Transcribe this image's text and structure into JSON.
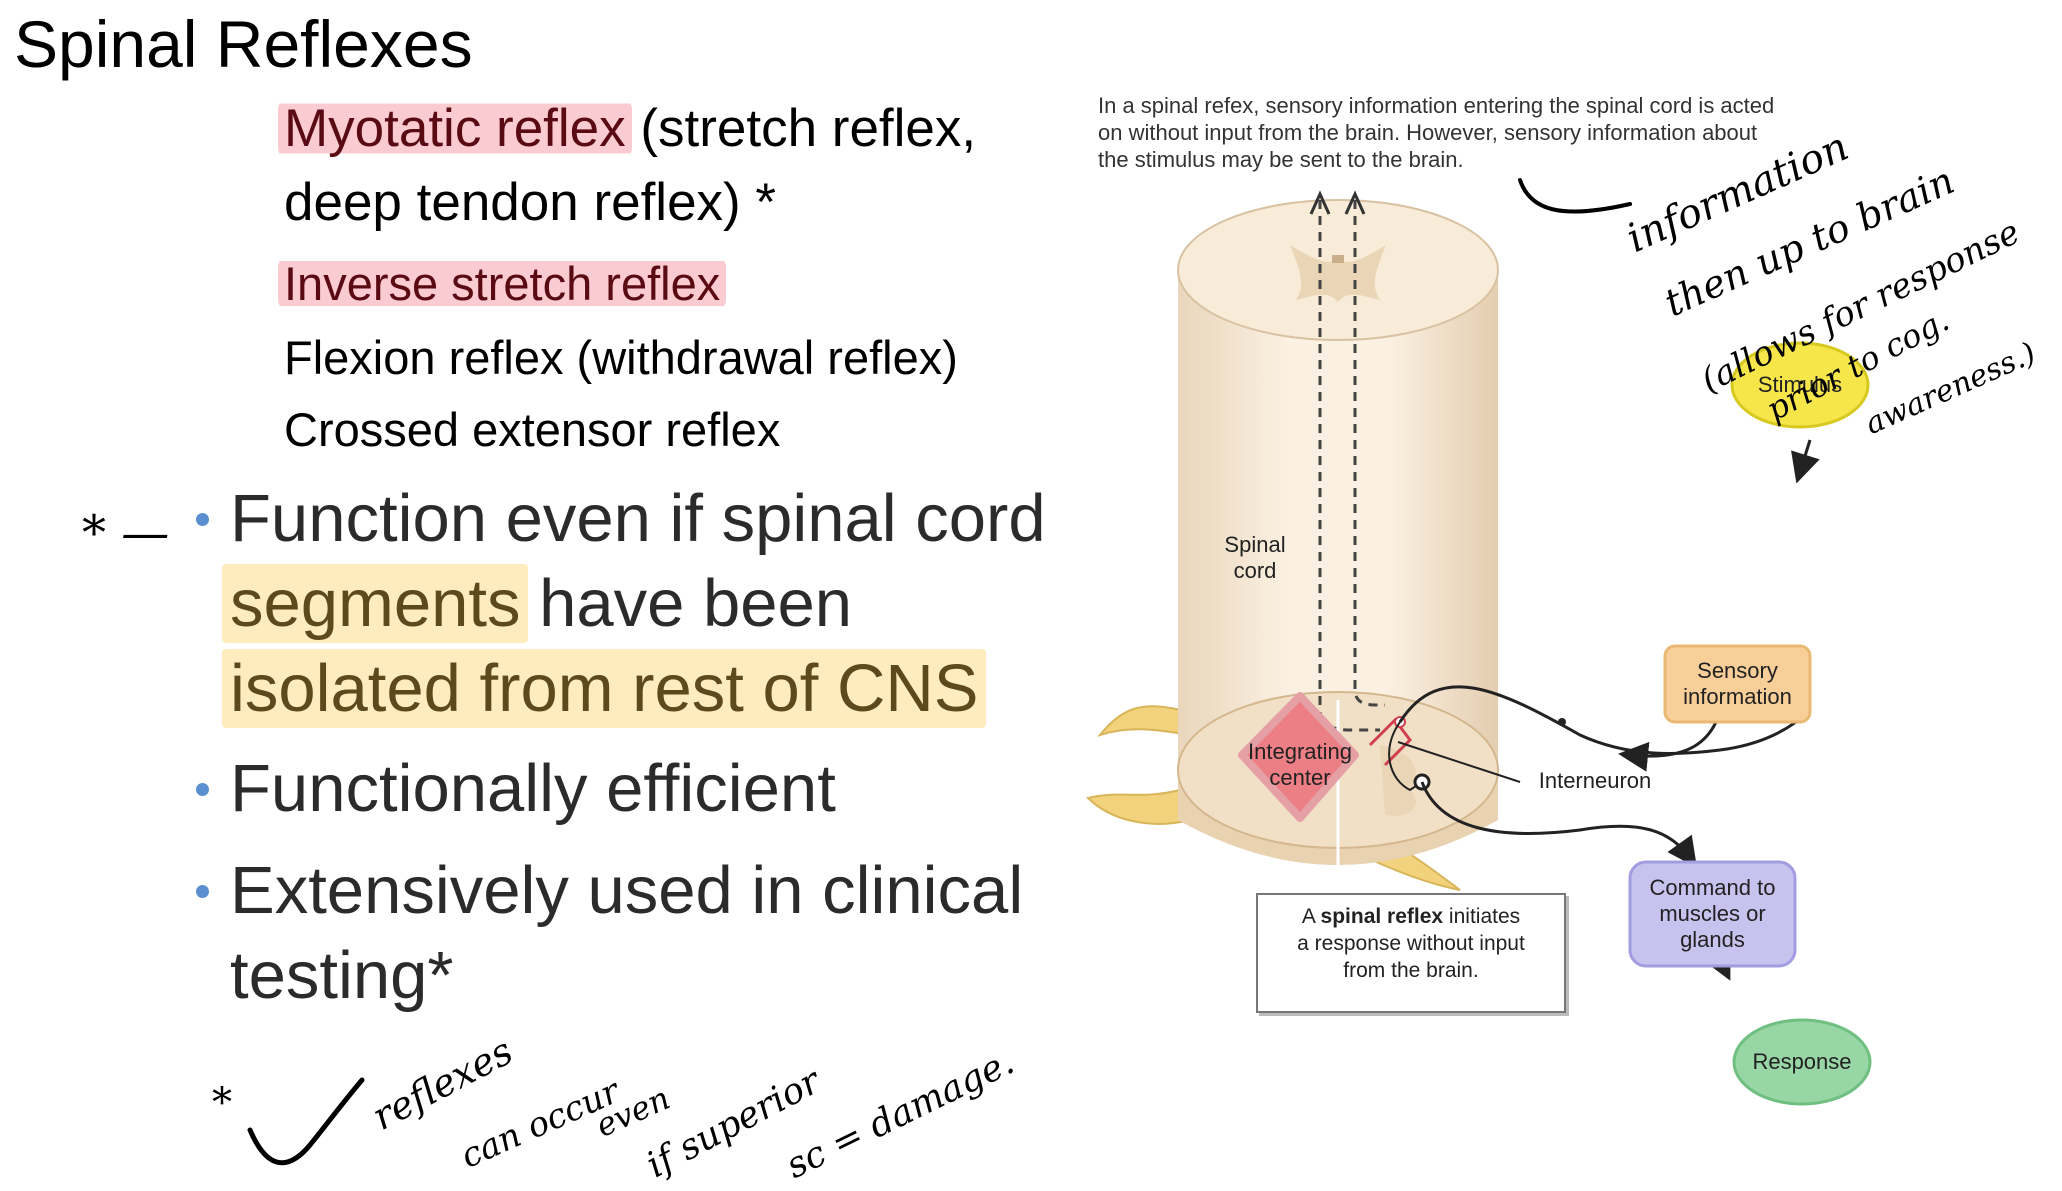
{
  "slide": {
    "title": "Spinal Reflexes",
    "sub_items": [
      "Myotatic reflex",
      " (stretch reflex,",
      "deep tendon reflex) *",
      "Inverse stretch reflex",
      "Flexion reflex (withdrawal reflex)",
      "Crossed extensor reflex"
    ],
    "bullets": {
      "b1_line1": "Function even if spinal cord",
      "b1_hl1": "segments",
      "b1_rest": " have been",
      "b1_hl2": "isolated from rest of CNS",
      "b2": "Functionally efficient",
      "b3_line1": "Extensively used in clinical",
      "b3_line2": "testing*"
    },
    "accent_bullet_color": "#5b8fd0"
  },
  "figure": {
    "caption_lines": [
      "In a spinal refex, sensory information entering the spinal cord is acted",
      "on without input from the brain. However, sensory information about",
      "the stimulus may be sent to the brain."
    ],
    "spinal_cord_label": "Spinal\ncord",
    "integrating_center": "Integrating\ncenter",
    "interneuron": "Interneuron",
    "stimulus": "Stimulus",
    "sensory_information": "Sensory\ninformation",
    "command": "Command to\nmuscles or\nglands",
    "response": "Response",
    "box_caption": {
      "prefix": "A ",
      "bold": "spinal reflex",
      "suffix": " initiates",
      "line2": "a response without input",
      "line3": "from the brain."
    },
    "colors": {
      "stimulus": "#f6e64a",
      "sensory": "#f8cf98",
      "command": "#c7c2ee",
      "response": "#98d6a5",
      "integrating": "#ec7f85"
    }
  },
  "handwriting": {
    "margin_star": "* —",
    "notes_right": [
      "information",
      "then up to brain",
      "(allows for response",
      "prior to cog.",
      "awareness.)"
    ],
    "notes_bottom": [
      "*",
      "reflexes",
      "can occur",
      "even",
      "if superior",
      "sc = damage."
    ]
  }
}
